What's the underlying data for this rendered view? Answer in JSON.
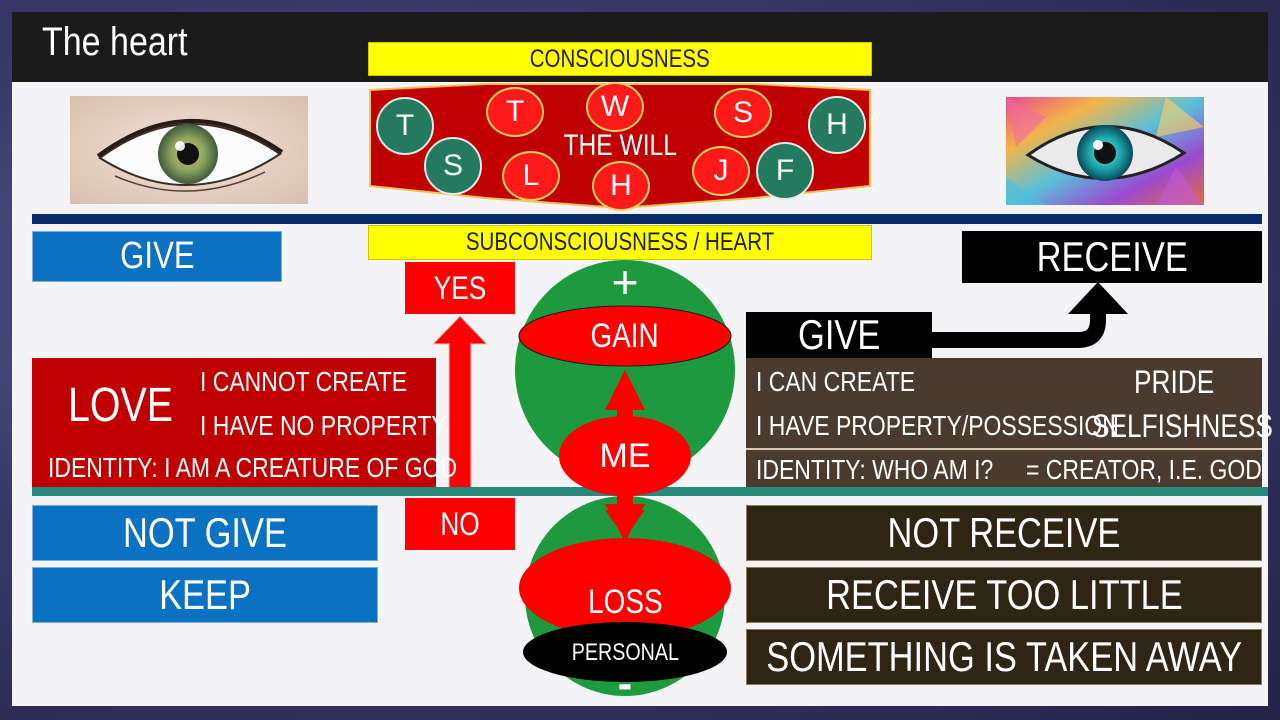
{
  "title": "The heart",
  "consciousness": "CONSCIOUSNESS",
  "the_will": "THE WILL",
  "will_letters": {
    "green": [
      "T",
      "S",
      "H",
      "F"
    ],
    "red": [
      "T",
      "W",
      "S",
      "L",
      "H",
      "J"
    ]
  },
  "subconsciousness": "SUBCONSCIOUSNESS / HEART",
  "left": {
    "give": "GIVE",
    "yes": "YES",
    "no": "NO",
    "love": "LOVE",
    "love_lines": [
      "I CANNOT CREATE",
      "I HAVE NO PROPERTY"
    ],
    "identity": "IDENTITY: I AM A CREATURE OF GOD",
    "not_give": "NOT GIVE",
    "keep": "KEEP"
  },
  "center": {
    "plus": "+",
    "gain": "GAIN",
    "me": "ME",
    "loss": "LOSS",
    "personal": "PERSONAL",
    "minus": "-"
  },
  "right": {
    "receive": "RECEIVE",
    "give": "GIVE",
    "i_can_create": "I CAN CREATE",
    "pride": "PRIDE",
    "property": "I HAVE PROPERTY/POSSESSION",
    "selfishness": "SELFISHNESS",
    "identity": "IDENTITY: WHO AM I?",
    "creator": "= CREATOR, I.E. GOD",
    "not_receive": "NOT RECEIVE",
    "receive_too_little": "RECEIVE TOO LITTLE",
    "taken_away": "SOMETHING IS TAKEN AWAY"
  },
  "colors": {
    "red": "#ff0000",
    "dark_red": "#c00000",
    "green": "#1e9a3e",
    "blue": "#0b72c1",
    "yellow": "#ffff00",
    "brown": "#4a3b2e",
    "teal_line": "#2a8a7a",
    "navy_line": "#0a2a6a"
  }
}
